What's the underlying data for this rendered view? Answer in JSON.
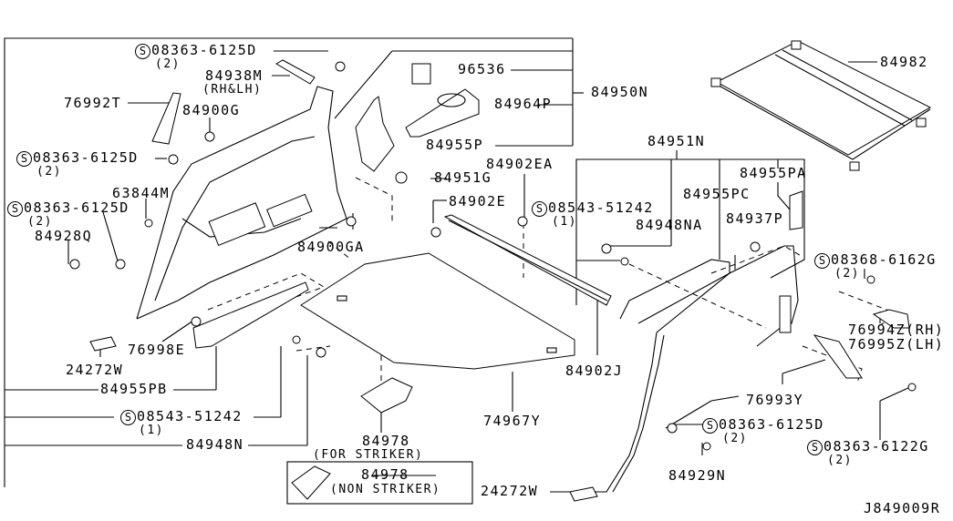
{
  "diagram": {
    "type": "exploded-parts-diagram",
    "drawing_id": "J849009R",
    "screw_symbol": "S",
    "callouts": [
      {
        "id": "c1",
        "part": "08363-6125D",
        "screw": true,
        "qty": "(2)"
      },
      {
        "id": "c2",
        "part": "84938M",
        "note": "(RH&LH)"
      },
      {
        "id": "c3",
        "part": "76992T"
      },
      {
        "id": "c4",
        "part": "84900G"
      },
      {
        "id": "c5",
        "part": "08363-6125D",
        "screw": true,
        "qty": "(2)"
      },
      {
        "id": "c6",
        "part": "63844M"
      },
      {
        "id": "c7",
        "part": "08363-6125D",
        "screw": true,
        "qty": "(2)"
      },
      {
        "id": "c8",
        "part": "84928Q"
      },
      {
        "id": "c9",
        "part": "76998E"
      },
      {
        "id": "c10",
        "part": "24272W"
      },
      {
        "id": "c11",
        "part": "84955PB"
      },
      {
        "id": "c12",
        "part": "08543-51242",
        "screw": true,
        "qty": "(1)"
      },
      {
        "id": "c13",
        "part": "84948N"
      },
      {
        "id": "c14",
        "part": "96536"
      },
      {
        "id": "c15",
        "part": "84950N"
      },
      {
        "id": "c16",
        "part": "84964P"
      },
      {
        "id": "c17",
        "part": "84955P"
      },
      {
        "id": "c18",
        "part": "84951G"
      },
      {
        "id": "c19",
        "part": "84902EA"
      },
      {
        "id": "c20",
        "part": "84902E"
      },
      {
        "id": "c21",
        "part": "84900GA"
      },
      {
        "id": "c22",
        "part": "84902J"
      },
      {
        "id": "c23",
        "part": "74967Y"
      },
      {
        "id": "c24",
        "part": "84978",
        "note": "(FOR STRIKER)"
      },
      {
        "id": "c25",
        "part": "84978",
        "note": "(NON STRIKER)"
      },
      {
        "id": "c26",
        "part": "84982"
      },
      {
        "id": "c27",
        "part": "84951N"
      },
      {
        "id": "c28",
        "part": "84955PA"
      },
      {
        "id": "c29",
        "part": "08543-51242",
        "screw": true,
        "qty": "(1)"
      },
      {
        "id": "c30",
        "part": "84955PC"
      },
      {
        "id": "c31",
        "part": "84948NA"
      },
      {
        "id": "c32",
        "part": "84937P"
      },
      {
        "id": "c33",
        "part": "08368-6162G",
        "screw": true,
        "qty": "(2)"
      },
      {
        "id": "c34",
        "part": "76994Z(RH)"
      },
      {
        "id": "c35",
        "part": "76995Z(LH)"
      },
      {
        "id": "c36",
        "part": "76993Y"
      },
      {
        "id": "c37",
        "part": "08363-6125D",
        "screw": true,
        "qty": "(2)"
      },
      {
        "id": "c38",
        "part": "08363-6122G",
        "screw": true,
        "qty": "(2)"
      },
      {
        "id": "c39",
        "part": "84929N"
      },
      {
        "id": "c40",
        "part": "24272W"
      }
    ]
  }
}
